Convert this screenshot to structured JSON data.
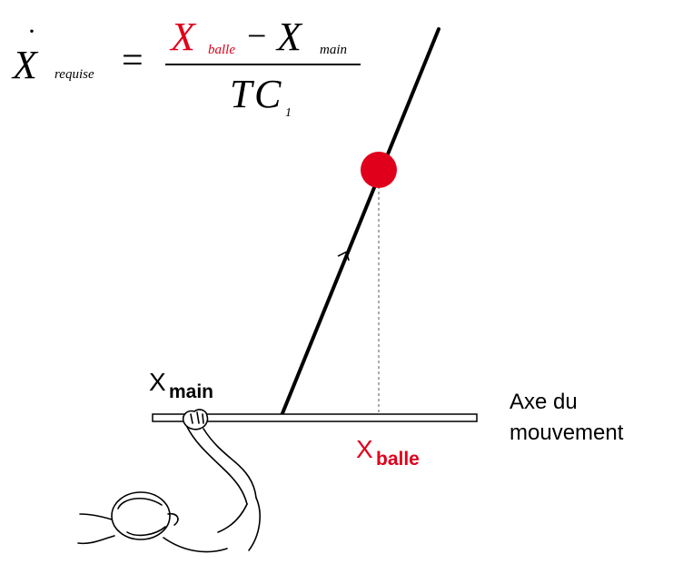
{
  "colors": {
    "accent": "#e0001b",
    "ink": "#000000",
    "paper": "#ffffff",
    "guide": "#888888"
  },
  "formula": {
    "lhs_symbol": "X",
    "lhs_subscript": "requise",
    "equals": "=",
    "num_term1_symbol": "X",
    "num_term1_subscript": "balle",
    "minus": "−",
    "num_term2_symbol": "X",
    "num_term2_subscript": "main",
    "den_symbol_T": "T",
    "den_symbol_C": "C",
    "den_subscript": "1"
  },
  "labels": {
    "x_main_symbol": "X",
    "x_main_subscript": "main",
    "x_balle_symbol": "X",
    "x_balle_subscript": "balle",
    "axis_line1": "Axe du",
    "axis_line2": "mouvement"
  },
  "icons": {
    "ball": "red-ball-icon",
    "direction": "arrowhead-icon",
    "person": "person-reaching-icon"
  }
}
